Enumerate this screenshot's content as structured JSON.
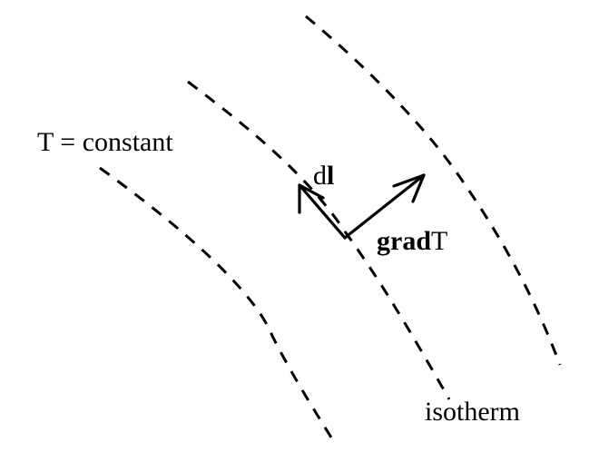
{
  "labels": {
    "t_constant": "T = constant",
    "dl_prefix": "d",
    "dl_bold": "l",
    "grad_bold": "grad",
    "grad_suffix": "T",
    "isotherm": "isotherm"
  },
  "colors": {
    "stroke": "#000000",
    "background": "#ffffff"
  }
}
